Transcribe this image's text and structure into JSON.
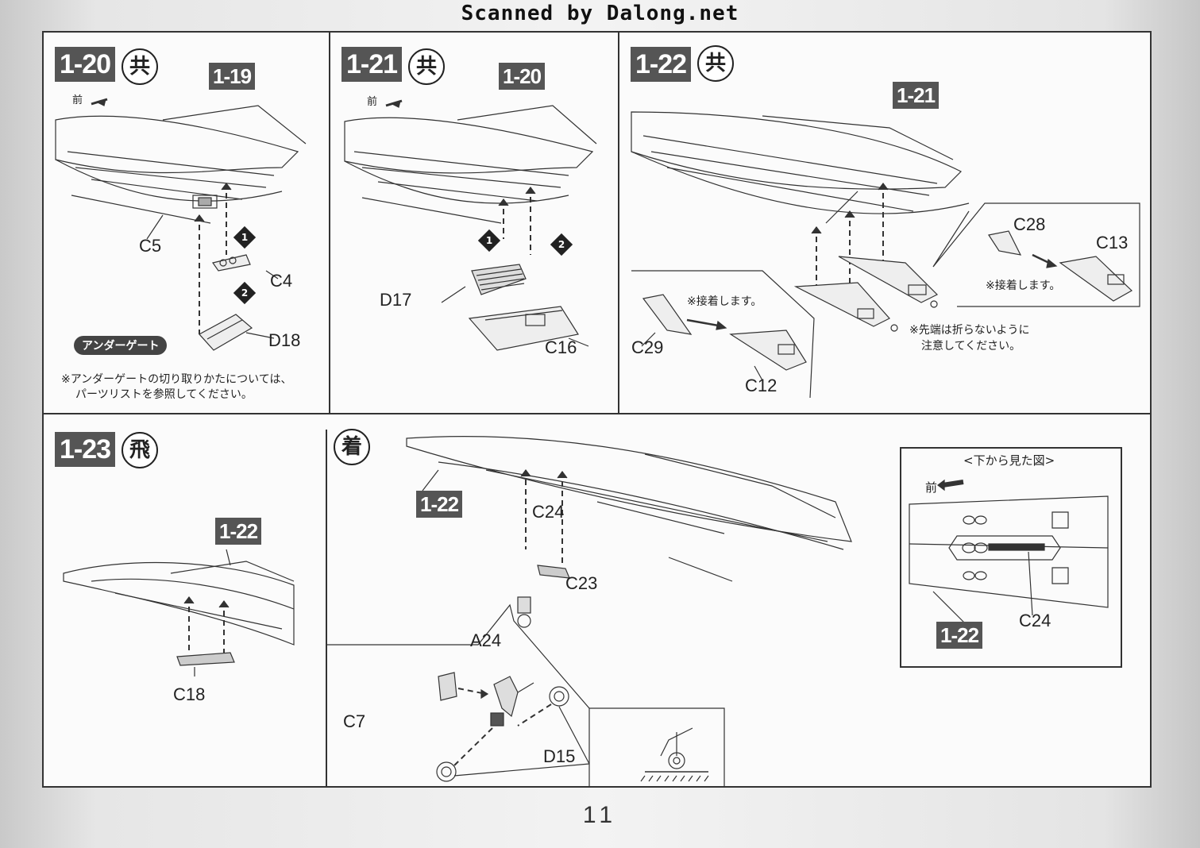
{
  "header": {
    "scan_credit": "Scanned by Dalong.net"
  },
  "page": {
    "number": "11"
  },
  "steps": {
    "s120": {
      "step": "1-20",
      "mark": "共",
      "ref": "1-19",
      "front": "前",
      "parts": {
        "c5": "C5",
        "c4": "C4",
        "d18": "D18"
      },
      "order": [
        "1",
        "2"
      ],
      "gate_badge": "アンダーゲート",
      "note_line1": "※アンダーゲートの切り取りかたについては、",
      "note_line2": "パーツリストを参照してください。"
    },
    "s121": {
      "step": "1-21",
      "mark": "共",
      "ref": "1-20",
      "front": "前",
      "parts": {
        "d17": "D17",
        "c16": "C16"
      },
      "order": [
        "1",
        "2"
      ]
    },
    "s122": {
      "step": "1-22",
      "mark": "共",
      "ref": "1-21",
      "parts": {
        "c28": "C28",
        "c13": "C13",
        "c29": "C29",
        "c12": "C12"
      },
      "glue_note": "※接着します。",
      "glue_note_2": "※接着します。",
      "tip_note_line1": "※先端は折らないように",
      "tip_note_line2": "注意してください。"
    },
    "s123": {
      "step": "1-23",
      "mark": "飛",
      "ref": "1-22",
      "parts": {
        "c18": "C18"
      }
    },
    "landing": {
      "mark": "着",
      "ref": "1-22",
      "parts": {
        "c24": "C24",
        "c23": "C23",
        "a24": "A24",
        "c7": "C7",
        "d15": "D15"
      }
    },
    "bottom_view": {
      "title": "<下から見た図>",
      "front": "前",
      "ref": "1-22",
      "part": "C24"
    }
  }
}
